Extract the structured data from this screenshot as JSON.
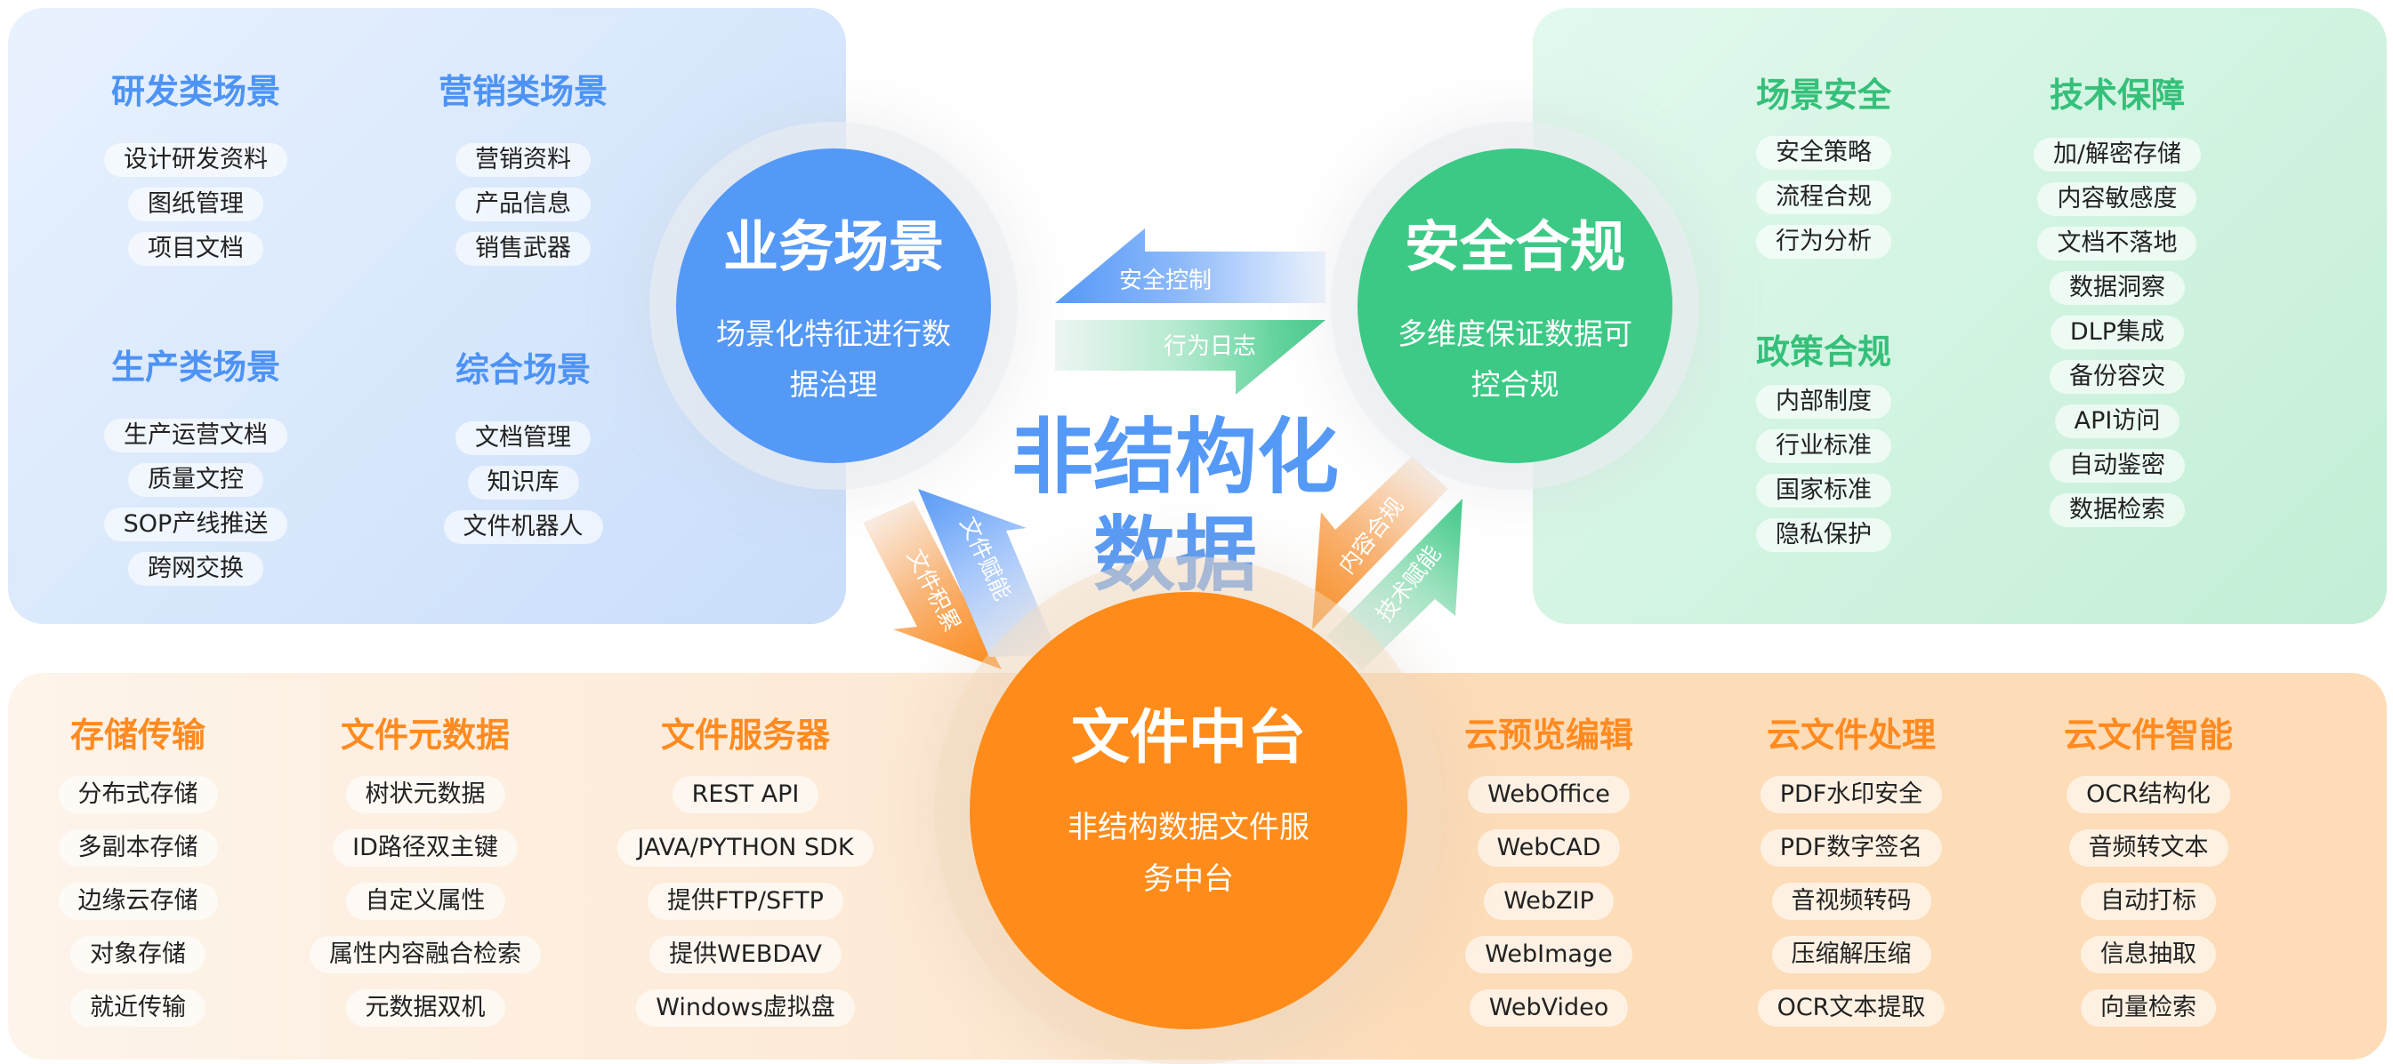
{
  "center_title": {
    "line1": "非结构化",
    "line2": "数据"
  },
  "circles": {
    "business": {
      "title": "业务场景",
      "sub1": "场景化特征进行数",
      "sub2": "据治理"
    },
    "security": {
      "title": "安全合规",
      "sub1": "多维度保证数据可",
      "sub2": "控合规"
    },
    "file_platform": {
      "title": "文件中台",
      "sub1": "非结构数据文件服",
      "sub2": "务中台"
    }
  },
  "arrows": {
    "security_control": "安全控制",
    "behavior_log": "行为日志",
    "file_enable": "文件赋能",
    "file_accumulate": "文件积累",
    "content_compliance": "内容合规",
    "tech_enable": "技术赋能"
  },
  "left_panel": {
    "groups": [
      {
        "title": "研发类场景",
        "items": [
          "设计研发资料",
          "图纸管理",
          "项目文档"
        ]
      },
      {
        "title": "营销类场景",
        "items": [
          "营销资料",
          "产品信息",
          "销售武器"
        ]
      },
      {
        "title": "生产类场景",
        "items": [
          "生产运营文档",
          "质量文控",
          "SOP产线推送",
          "跨网交换"
        ]
      },
      {
        "title": "综合场景",
        "items": [
          "文档管理",
          "知识库",
          "文件机器人"
        ]
      }
    ]
  },
  "right_panel": {
    "groups": [
      {
        "title": "场景安全",
        "items": [
          "安全策略",
          "流程合规",
          "行为分析"
        ]
      },
      {
        "title": "政策合规",
        "items": [
          "内部制度",
          "行业标准",
          "国家标准",
          "隐私保护"
        ]
      },
      {
        "title": "技术保障",
        "items": [
          "加/解密存储",
          "内容敏感度",
          "文档不落地",
          "数据洞察",
          "DLP集成",
          "备份容灾",
          "API访问",
          "自动鉴密",
          "数据检索"
        ]
      }
    ]
  },
  "bottom_panel": {
    "groups": [
      {
        "title": "存储传输",
        "items": [
          "分布式存储",
          "多副本存储",
          "边缘云存储",
          "对象存储",
          "就近传输"
        ]
      },
      {
        "title": "文件元数据",
        "items": [
          "树状元数据",
          "ID路径双主键",
          "自定义属性",
          "属性内容融合检索",
          "元数据双机"
        ]
      },
      {
        "title": "文件服务器",
        "items": [
          "REST API",
          "JAVA/PYTHON SDK",
          "提供FTP/SFTP",
          "提供WEBDAV",
          "Windows虚拟盘"
        ]
      },
      {
        "title": "云预览编辑",
        "items": [
          "WebOffice",
          "WebCAD",
          "WebZIP",
          "WebImage",
          "WebVideo"
        ]
      },
      {
        "title": "云文件处理",
        "items": [
          "PDF水印安全",
          "PDF数字签名",
          "音视频转码",
          "压缩解压缩",
          "OCR文本提取"
        ]
      },
      {
        "title": "云文件智能",
        "items": [
          "OCR结构化",
          "音频转文本",
          "自动打标",
          "信息抽取",
          "向量检索"
        ]
      }
    ]
  },
  "colors": {
    "blue": "#5599f7",
    "green": "#3cc985",
    "orange": "#ff8c1a"
  }
}
